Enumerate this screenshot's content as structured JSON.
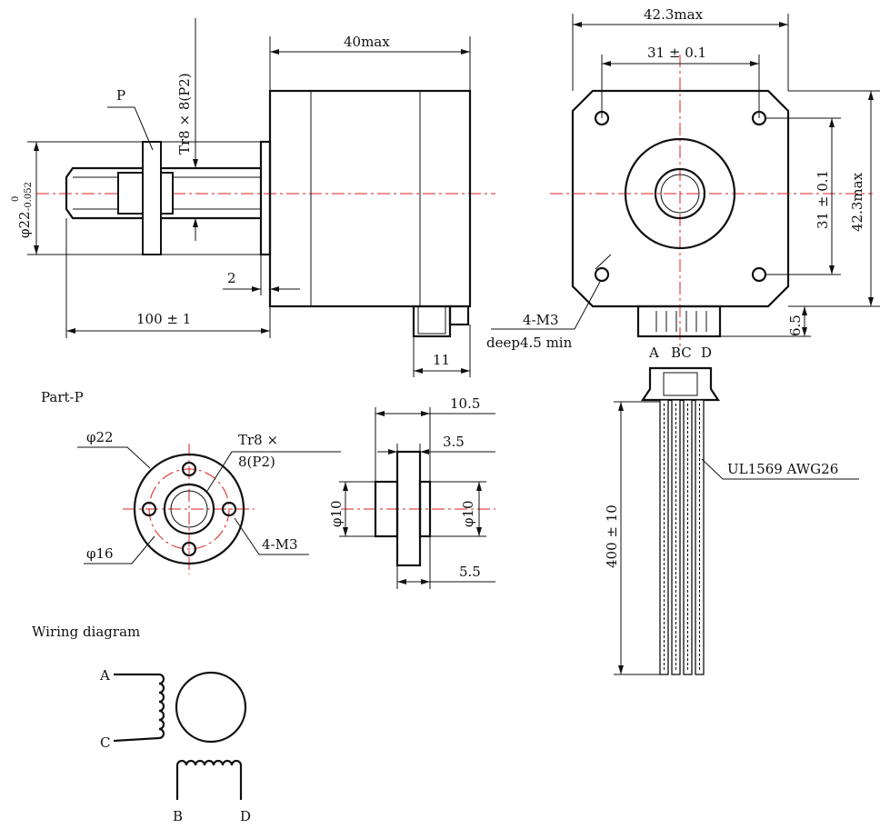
{
  "side_view": {
    "length_dim": "40max",
    "thread_dim": "Tr8 × 8(P2)",
    "nut_label": "P",
    "dia_dim": "φ22",
    "dia_tol_upper": "0",
    "dia_tol_lower": "-0.052",
    "boss_dim": "2",
    "total_len_dim": "100 ± 1",
    "connector_dim": "11"
  },
  "front_view": {
    "width_dim": "42.3max",
    "hole_pitch_h": "31 ± 0.1",
    "hole_pitch_v": "31 ± 0.1",
    "height_dim": "42.3max",
    "connector_height": "6.5",
    "holes_label": "4-M3",
    "holes_depth": "deep4.5 min",
    "pins": [
      "A",
      "BC",
      "D"
    ]
  },
  "cable": {
    "spec": "UL1569 AWG26",
    "length_dim": "400 ± 10"
  },
  "part_p": {
    "title": "Part-P",
    "outer_dia": "φ22",
    "thread_line1": "Tr8 ×",
    "thread_line2": "8(P2)",
    "holes": "4-M3",
    "pitch_dia": "φ16",
    "width_dim": "10.5",
    "flange_dim": "3.5",
    "hub_dia_left": "φ10",
    "hub_dia_right": "φ10",
    "hub_len_dim": "5.5"
  },
  "wiring": {
    "title": "Wiring diagram",
    "labels": [
      "A",
      "C",
      "B",
      "D"
    ]
  }
}
